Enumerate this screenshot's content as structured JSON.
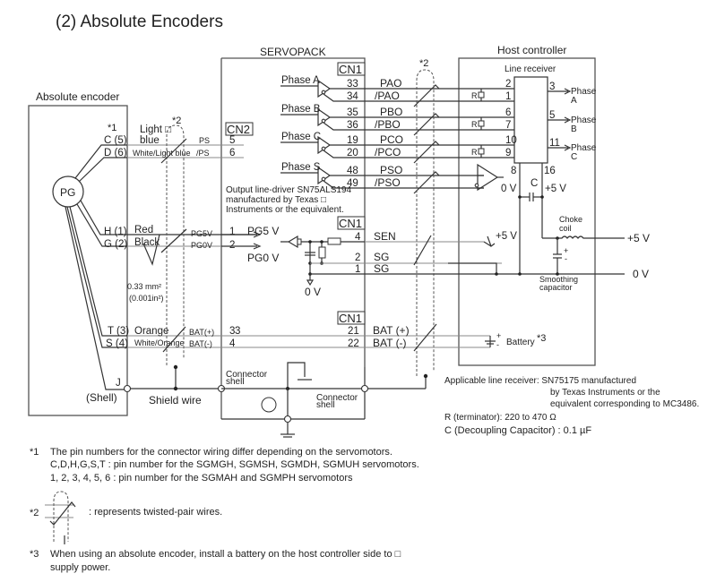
{
  "title": "(2) Absolute Encoders",
  "blocks": {
    "encoder": "Absolute encoder",
    "servopack": "SERVOPACK",
    "host": "Host controller",
    "line_receiver": "Line receiver",
    "pg": "PG"
  },
  "connectors": {
    "cn1": "CN1",
    "cn2": "CN2"
  },
  "footnote_marks": {
    "n1": "*1",
    "n2": "*2",
    "n3": "*3"
  },
  "encoder_pins": [
    {
      "pin": "C (5)",
      "color": "Light blue",
      "color2": "blue",
      "sig": "PS",
      "cn2": "5"
    },
    {
      "pin": "D (6)",
      "color": "White/Light blue",
      "sig": "/PS",
      "cn2": "6"
    },
    {
      "pin": "H (1)",
      "color": "Red",
      "sig": "PG5V",
      "cn2": "1"
    },
    {
      "pin": "G (2)",
      "color": "Black",
      "sig": "PG0V",
      "cn2": "2"
    },
    {
      "pin": "T (3)",
      "color": "Orange",
      "sig": "BAT(+)",
      "cn2": "3"
    },
    {
      "pin": "S (4)",
      "color": "White/Orange",
      "sig": "BAT(-)",
      "cn2": "4"
    }
  ],
  "shell": {
    "pin": "J",
    "label": "(Shell)",
    "shield": "Shield wire",
    "conn_shell_1": "Connector",
    "conn_shell_2": "shell"
  },
  "wire_size": {
    "line1": "0.33 mm²",
    "line2": "(0.001in²)"
  },
  "power": {
    "pg5v": "PG5 V",
    "pg0v": "PG0 V",
    "zero_v": "0 V"
  },
  "phases": [
    {
      "label": "Phase A",
      "pins": [
        "33",
        "34"
      ],
      "sigs": [
        "PAO",
        "/PAO"
      ],
      "rx_pins": [
        "2",
        "1"
      ],
      "out_pin": "3",
      "out": [
        "Phase",
        "A"
      ]
    },
    {
      "label": "Phase B",
      "pins": [
        "35",
        "36"
      ],
      "sigs": [
        "PBO",
        "/PBO"
      ],
      "rx_pins": [
        "6",
        "7"
      ],
      "out_pin": "5",
      "out": [
        "Phase",
        "B"
      ]
    },
    {
      "label": "Phase C",
      "pins": [
        "19",
        "20"
      ],
      "sigs": [
        "PCO",
        "/PCO"
      ],
      "rx_pins": [
        "10",
        "9"
      ],
      "out_pin": "11",
      "out": [
        "Phase",
        "C"
      ]
    },
    {
      "label": "Phase S",
      "pins": [
        "48",
        "49"
      ],
      "sigs": [
        "PSO",
        "/PSO"
      ]
    }
  ],
  "driver_note": [
    "Output line-driver SN75ALS194",
    "manufactured by Texas □",
    "Instruments or the equivalent."
  ],
  "cn1_lower": [
    {
      "pin": "4",
      "sig": "SEN"
    },
    {
      "pin": "2",
      "sig": "SG"
    },
    {
      "pin": "1",
      "sig": "SG"
    }
  ],
  "cn1_bat": [
    {
      "pin": "21",
      "sig": "BAT (+)"
    },
    {
      "pin": "22",
      "sig": "BAT (-)"
    }
  ],
  "host_power": {
    "rx_pin8": "8",
    "rx_pin16": "16",
    "zero_v": "0 V",
    "plus5v": "+5 V",
    "cap": "C",
    "choke": [
      "Choke",
      "coil"
    ],
    "smoothing": [
      "Smoothing",
      "capacitor"
    ],
    "sen_v": "+5 V",
    "out_5v": "+5 V",
    "out_0v": "0 V",
    "resistor": "R",
    "battery": "Battery",
    "plus": "+",
    "minus": "-"
  },
  "spec_notes": {
    "receiver": [
      "Applicable line receiver: SN75175 manufactured",
      "by Texas Instruments or the",
      "equivalent corresponding to MC3486."
    ],
    "terminator": "R (terminator): 220 to 470 Ω",
    "decoupling": "C (Decoupling Capacitor) :  0.1 µF"
  },
  "footnotes": {
    "f1": [
      "The pin numbers for the connector wiring differ depending on the servomotors.",
      "C,D,H,G,S,T : pin number for the SGMGH, SGMSH, SGMDH, SGMUH servomotors.",
      "1, 2, 3, 4, 5, 6 : pin number for the SGMAH and SGMPH servomotors"
    ],
    "f2": ": represents twisted-pair wires.",
    "f3": [
      "When using an absolute encoder, install a battery on the host controller side to □",
      "supply power."
    ]
  }
}
